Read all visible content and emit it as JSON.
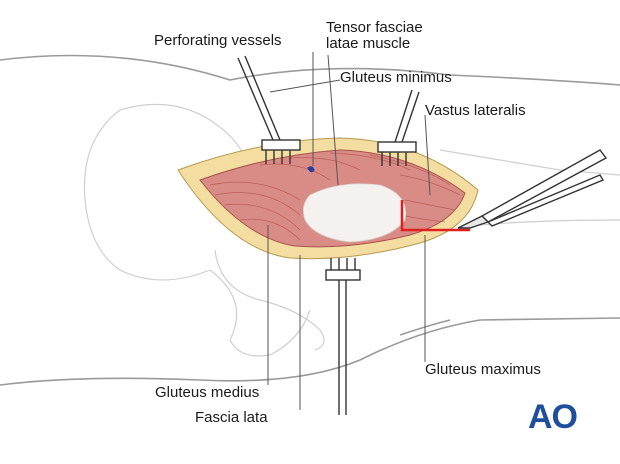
{
  "labels": {
    "perforating_vessels": "Perforating vessels",
    "tensor_line1": "Tensor fasciae",
    "tensor_line2": "latae muscle",
    "gluteus_minimus": "Gluteus minimus",
    "vastus_lateralis": "Vastus lateralis",
    "gluteus_medius": "Gluteus medius",
    "fascia_lata": "Fascia lata",
    "gluteus_maximus": "Gluteus maximus"
  },
  "logo": {
    "text": "AO",
    "color": "#1f4f9c"
  },
  "colors": {
    "muscle": "#d98b85",
    "muscle_dark": "#b5524d",
    "fat": "#f3dda0",
    "tendon": "#f4f1ef",
    "incision_marking": "#e0201e",
    "retractor": "#333333",
    "vessel": "#2a3f9c"
  },
  "icons": {
    "retractor": "retractor-icon",
    "scalpel": "scalpel-icon"
  }
}
